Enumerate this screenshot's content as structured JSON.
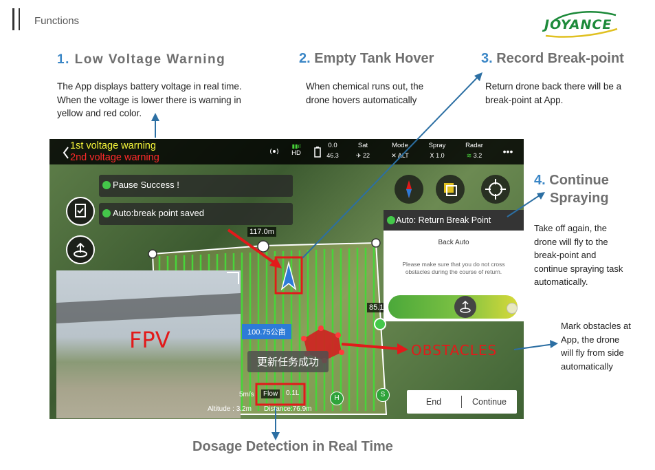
{
  "slide": {
    "title": "Functions",
    "logo_text": "JOYANCE",
    "dosage_title": "Dosage Detection in Real Time"
  },
  "sections": [
    {
      "num": "1.",
      "title": "Low Voltage Warning",
      "text": [
        "The App displays battery voltage in real time.",
        "When the voltage is lower there is warning in",
        "yellow and red color."
      ]
    },
    {
      "num": "2.",
      "title": "Empty Tank Hover",
      "text": [
        "When chemical runs out, the",
        "drone hovers automatically"
      ]
    },
    {
      "num": "3.",
      "title": "Record Break-point",
      "text": [
        "Return drone back there will be a",
        "break-point at App."
      ]
    },
    {
      "num": "4.",
      "title": "Continue",
      "title2": "Spraying",
      "text": [
        "Take off again, the",
        "drone will fly to the",
        "break-point and",
        "continue spraying task",
        "automatically."
      ]
    }
  ],
  "obstacle_note": [
    "Mark obstacles at",
    "App, the drone",
    "will fly from side",
    "automatically"
  ],
  "app": {
    "warning1": "1st voltage warning",
    "warning2": "2nd voltage warning",
    "top_bar": {
      "hd": "HD",
      "battery_top": "0.0",
      "battery_bottom": "46.3",
      "sat_label": "Sat",
      "sat_value": "22",
      "mode_label": "Mode",
      "mode_value": "ALT",
      "spray_label": "Spray",
      "spray_value": "1.0",
      "radar_label": "Radar",
      "radar_value": "3.2",
      "more": "•••"
    },
    "toasts": {
      "pause": "Pause Success !",
      "breakpoint": "Auto:break point saved"
    },
    "height_badge": "117.0m",
    "height_badge2": "85.1",
    "area_label": "100.75公亩",
    "mission_toast": "更新任务成功",
    "fpv_label": "FPV",
    "obstacles_label": "OBSTACLES",
    "speed": "5m/s",
    "flow_label": "Flow",
    "flow_value": "0.1L",
    "altitude": "Altitude : 3.2m",
    "distance": "Distance:76.9m",
    "marker_h": "H",
    "marker_s": "S",
    "panel": {
      "header": "Auto: Return Break Point",
      "title": "Back Auto",
      "message": "Please make sure that you do not cross obstacles during the course of return."
    },
    "buttons": {
      "end": "End",
      "continue": "Continue"
    }
  },
  "colors": {
    "accent_blue": "#3a86c6",
    "heading_gray": "#6f6f6f",
    "warning_yellow": "#f6f63a",
    "warning_red": "#ff2a2a",
    "spray_line_green": "#48d43a",
    "annotation_red": "#e21a1a",
    "arrow_blue": "#2c6fa3"
  },
  "icons": [
    "signal-icon",
    "battery-icon",
    "satellite-icon",
    "mode-icon",
    "spray-icon",
    "radar-icon",
    "checklist-icon",
    "takeoff-icon",
    "compass-icon",
    "layers-icon",
    "crosshair-icon",
    "drone-icon"
  ]
}
